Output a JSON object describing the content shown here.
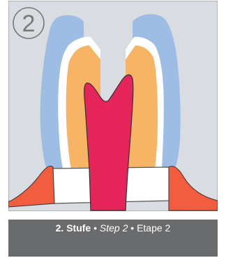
{
  "step": {
    "number": "2"
  },
  "caption": {
    "de": "2. Stufe",
    "sep1": " • ",
    "en": "Step 2",
    "sep2": " • ",
    "fr": "Etape 2"
  },
  "colors": {
    "background": "#d9dce0",
    "outer_layer": "#9dbde5",
    "inner_layer": "#f7b464",
    "core": "#e52459",
    "base": "#f25c3f",
    "caption_bar": "#6a6b6d"
  }
}
